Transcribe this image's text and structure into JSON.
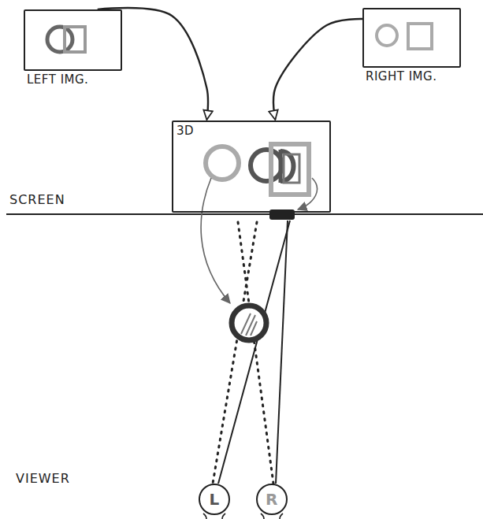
{
  "diagram": {
    "nodes": [
      {
        "text": [
          "LEFT IMG."
        ]
      },
      {
        "text": [
          "RIGHT IMG."
        ]
      },
      {
        "text": [
          "3D"
        ]
      },
      {
        "text": [
          "L"
        ]
      },
      {
        "text": [
          "R"
        ]
      }
    ],
    "edges": [
      {
        "from": 0,
        "to": 2,
        "arrow": "to"
      },
      {
        "from": 1,
        "to": 2,
        "arrow": "to"
      }
    ],
    "labels": [
      "SCREEN",
      "VIEWER"
    ]
  }
}
